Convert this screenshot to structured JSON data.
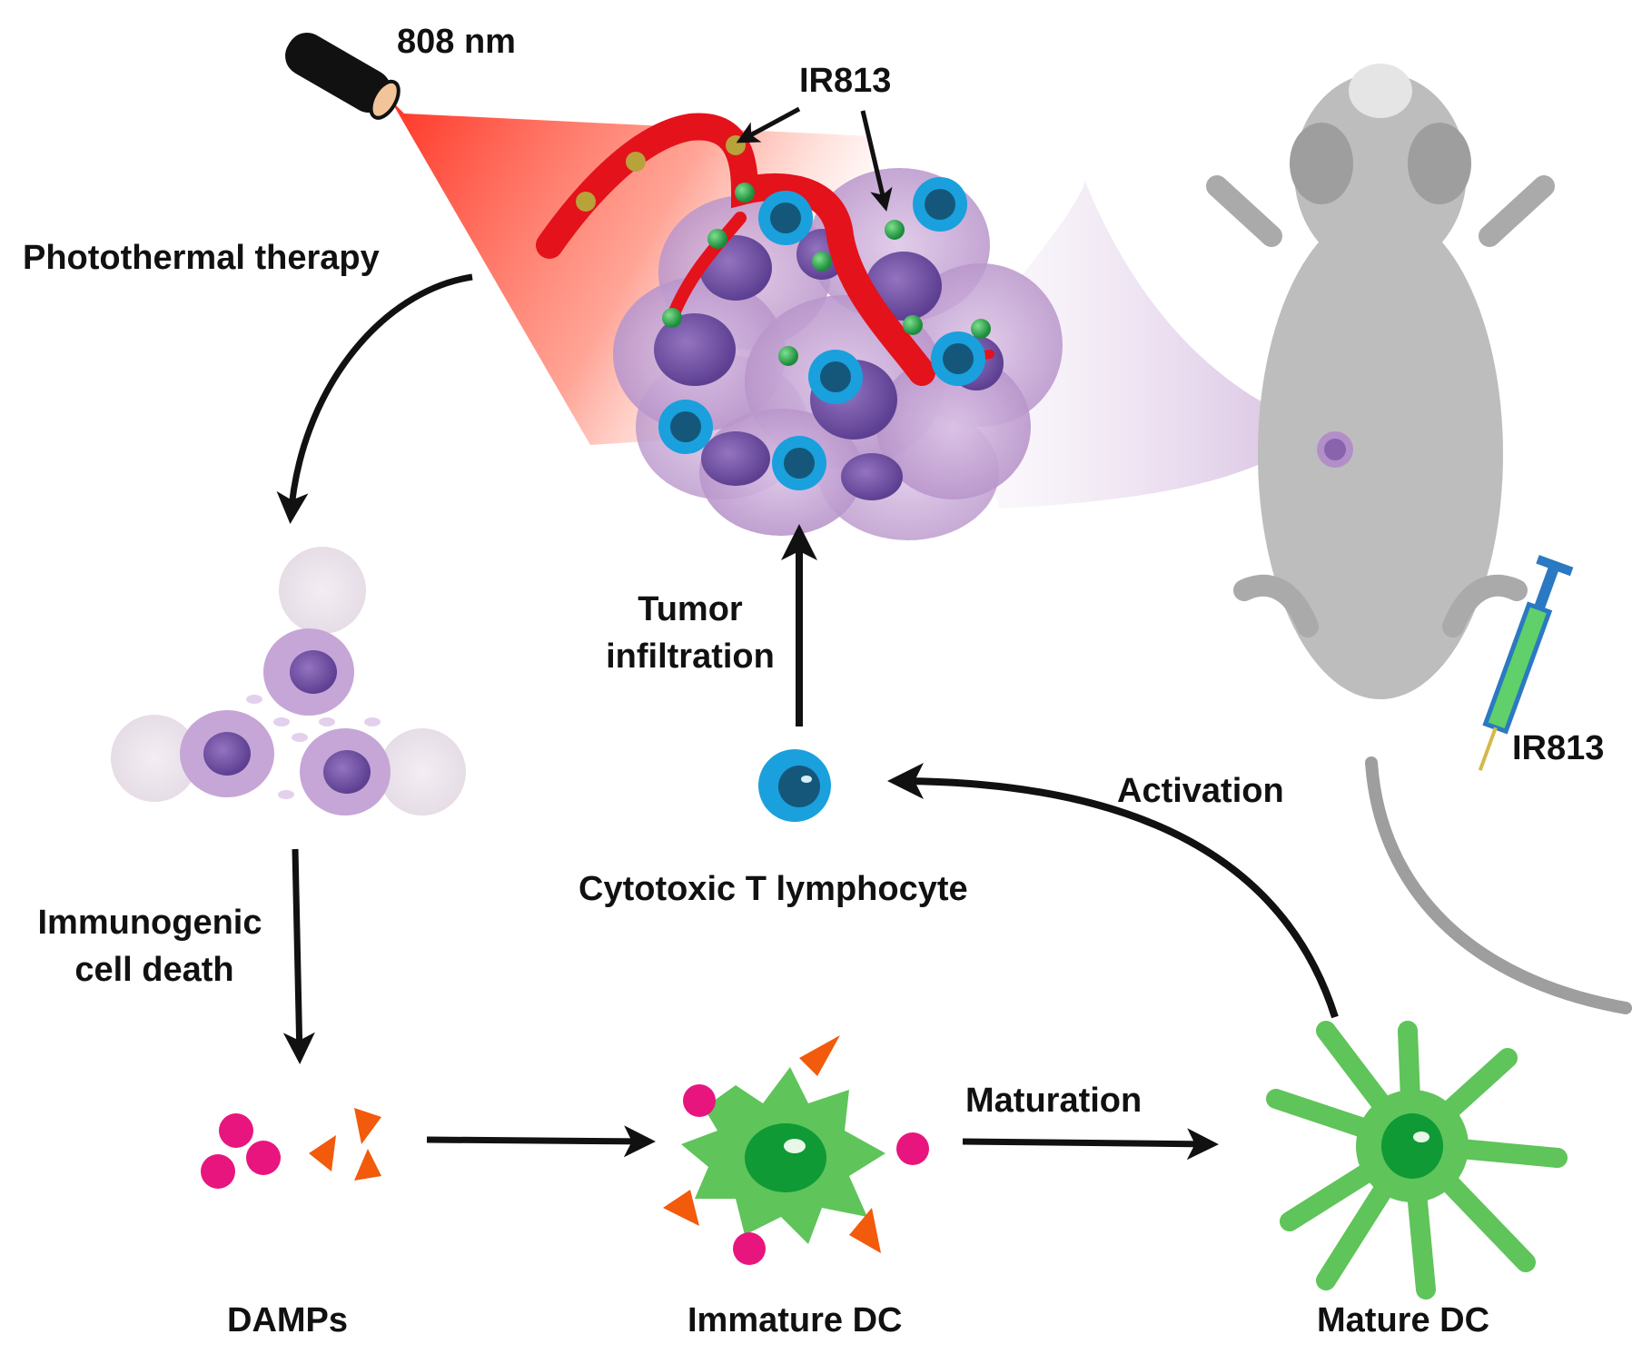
{
  "labels": {
    "laser": "808 nm",
    "ir813_top": "IR813",
    "ir813_injection": "IR813",
    "photothermal": "Photothermal therapy",
    "tumor_infiltration_1": "Tumor",
    "tumor_infiltration_2": "infiltration",
    "icd_1": "Immunogenic",
    "icd_2": "cell death",
    "ctl": "Cytotoxic T lymphocyte",
    "activation": "Activation",
    "maturation": "Maturation",
    "damps": "DAMPs",
    "immature_dc": "Immature DC",
    "mature_dc": "Mature DC"
  },
  "colors": {
    "laser_beam": "#ff3b2f",
    "blood_vessel": "#e4121b",
    "ir813_particle": "#2ea84b",
    "tumor_cell": "#c4a3d3",
    "tumor_nucleus": "#7a55a8",
    "t_cell_outer": "#1aa0dc",
    "t_cell_inner": "#15577a",
    "damp_sphere": "#e8157e",
    "damp_triangle": "#f25a0c",
    "dendritic_cell": "#5fc45a",
    "dendritic_nucleus": "#0f9a35",
    "mouse": "#bdbdbd",
    "syringe": "#2b79c2",
    "arrow": "#111111"
  },
  "icons": [
    "laser-pointer-icon",
    "tumor-mass-icon",
    "mouse-icon",
    "syringe-icon",
    "dying-cells-icon",
    "t-cell-icon",
    "immature-dc-icon",
    "mature-dc-icon"
  ]
}
